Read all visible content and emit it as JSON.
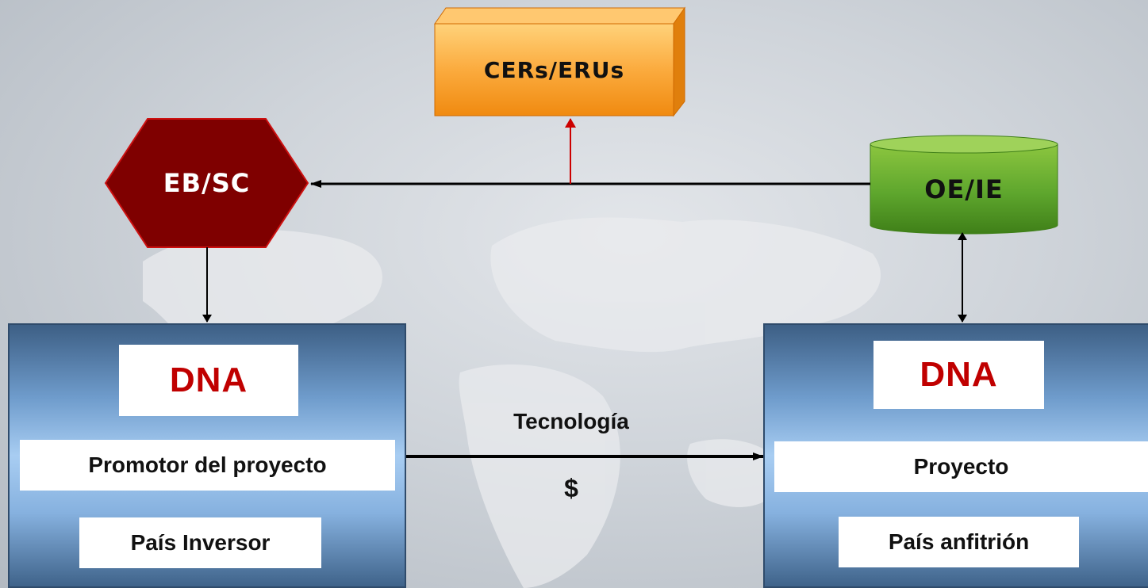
{
  "nodes": {
    "cers": "CERs/ERUs",
    "ebsc": "EB/SC",
    "oeie": "OE/IE"
  },
  "left_panel": {
    "dna": "DNA",
    "promoter": "Promotor del proyecto",
    "country": "País Inversor"
  },
  "right_panel": {
    "dna": "DNA",
    "project": "Proyecto",
    "country": "País anfitrión"
  },
  "flow": {
    "technology": "Tecnología",
    "money": "$"
  },
  "colors": {
    "cers_box": "#f9a93c",
    "ebsc_hexagon": "#7f0000",
    "oeie_cylinder": "#5aa02c",
    "dna_text": "#c00000",
    "panel_blue": "#6f9ccc",
    "emission_arrow": "#cc0000"
  }
}
